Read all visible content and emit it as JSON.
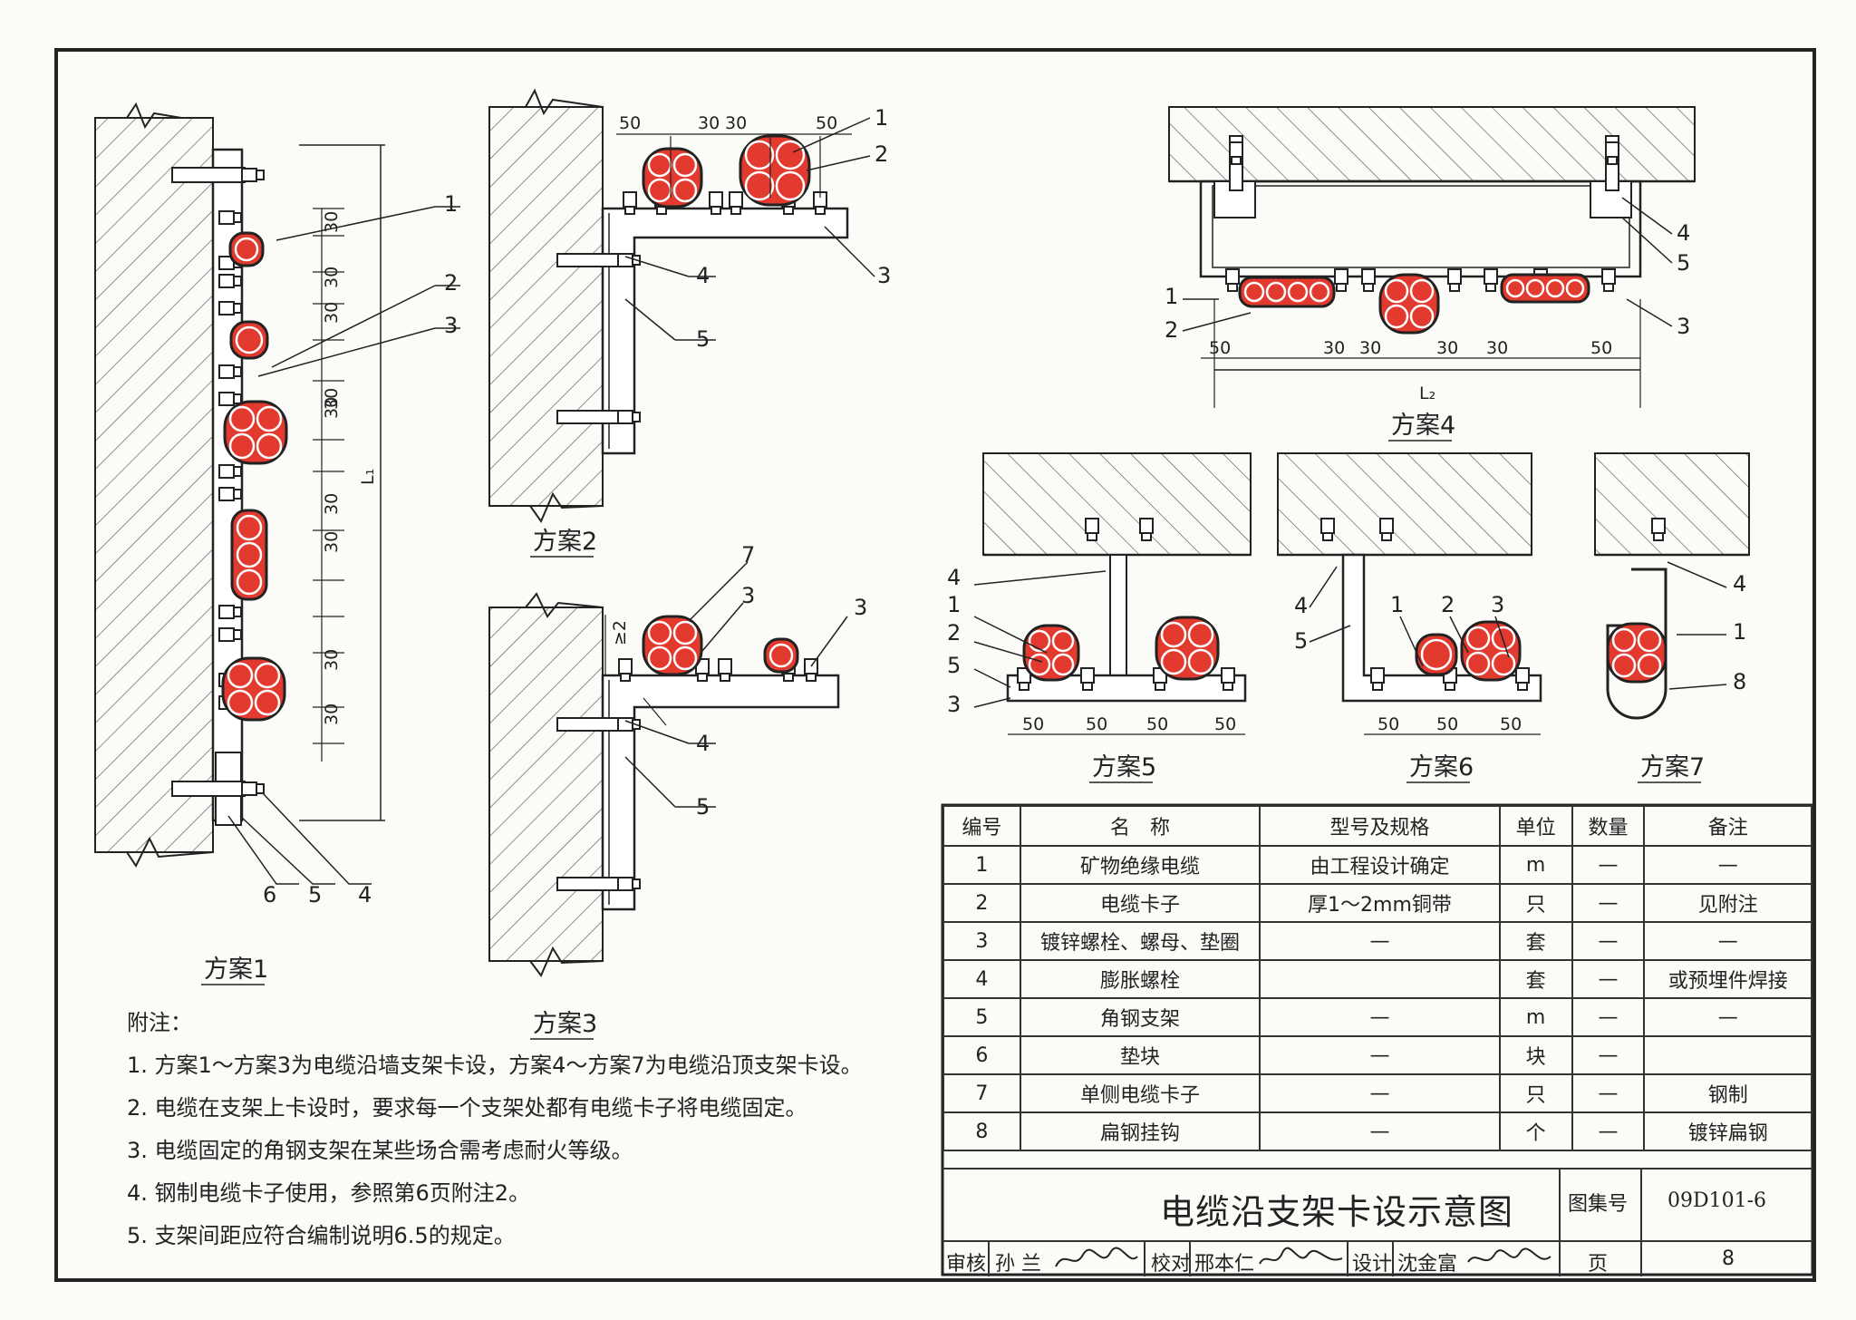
{
  "title": "电缆沿支架卡设示意图",
  "atlas_label": "图集号",
  "atlas_number": "09D101-6",
  "page_label": "页",
  "page_number": "8",
  "signatures": {
    "review_label": "审核",
    "review_name": "孙 兰",
    "check_label": "校对",
    "check_name": "邢本仁",
    "design_label": "设计",
    "design_name": "沈金富"
  },
  "schemes": {
    "s1": "方案1",
    "s2": "方案2",
    "s3": "方案3",
    "s4": "方案4",
    "s5": "方案5",
    "s6": "方案6",
    "s7": "方案7"
  },
  "dims": {
    "d30": "30",
    "d50": "50",
    "ge2": "≥2",
    "L1": "L₁",
    "L2": "L₂"
  },
  "leaders": [
    "1",
    "2",
    "3",
    "4",
    "5",
    "6",
    "7",
    "8"
  ],
  "notes": {
    "heading": "附注：",
    "items": [
      "1. 方案1～方案3为电缆沿墙支架卡设，方案4～方案7为电缆沿顶支架卡设。",
      "2. 电缆在支架上卡设时，要求每一个支架处都有电缆卡子将电缆固定。",
      "3. 电缆固定的角钢支架在某些场合需考虑耐火等级。",
      "4. 钢制电缆卡子使用，参照第6页附注2。",
      "5. 支架间距应符合编制说明6.5的规定。"
    ]
  },
  "parts_table": {
    "headers": [
      "编号",
      "名　称",
      "型号及规格",
      "单位",
      "数量",
      "备注"
    ],
    "rows": [
      [
        "1",
        "矿物绝缘电缆",
        "由工程设计确定",
        "m",
        "—",
        "—"
      ],
      [
        "2",
        "电缆卡子",
        "厚1～2mm铜带",
        "只",
        "—",
        "见附注"
      ],
      [
        "3",
        "镀锌螺栓、螺母、垫圈",
        "—",
        "套",
        "—",
        "—"
      ],
      [
        "4",
        "膨胀螺栓",
        "",
        "套",
        "—",
        "或预埋件焊接"
      ],
      [
        "5",
        "角钢支架",
        "—",
        "m",
        "—",
        "—"
      ],
      [
        "6",
        "垫块",
        "—",
        "块",
        "—",
        ""
      ],
      [
        "7",
        "单侧电缆卡子",
        "—",
        "只",
        "—",
        "钢制"
      ],
      [
        "8",
        "扁钢挂钩",
        "—",
        "个",
        "—",
        "镀锌扁钢"
      ]
    ]
  },
  "colors": {
    "cable_fill": "#e23a2e",
    "line": "#222222",
    "concrete_bg": "#ffffff"
  }
}
